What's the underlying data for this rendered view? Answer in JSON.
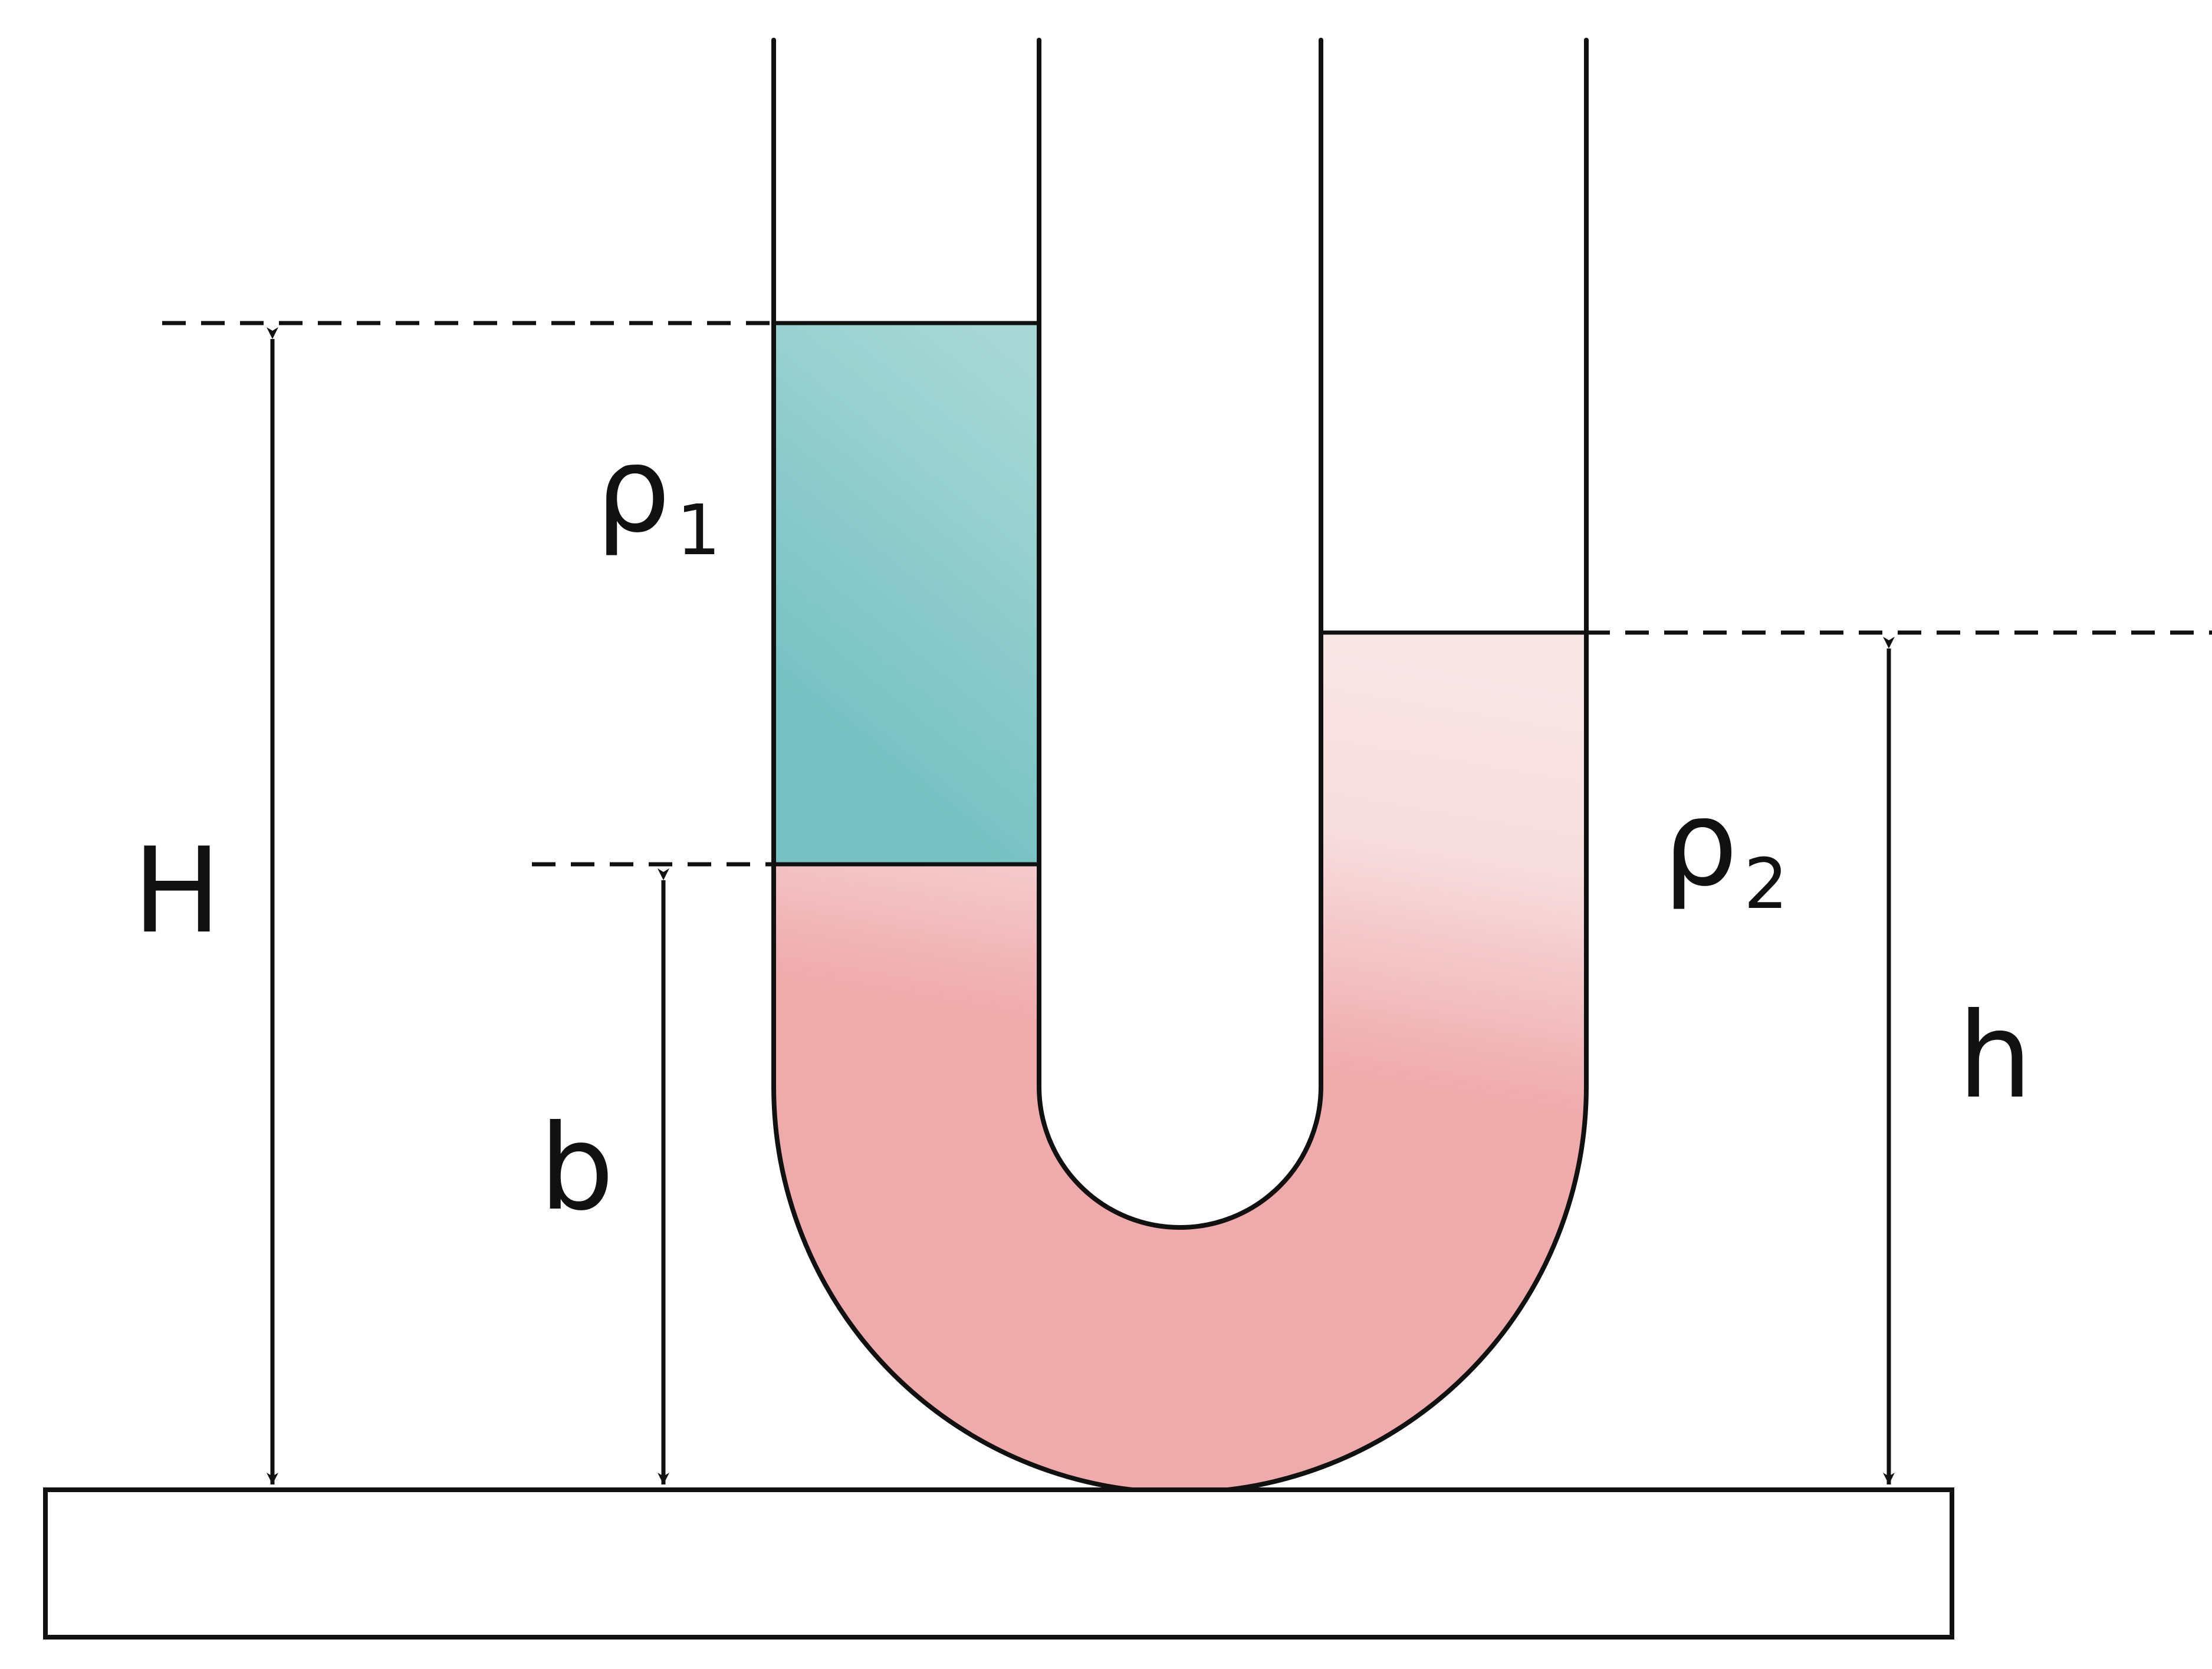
{
  "labels": {
    "rho1": {
      "symbol": "ρ",
      "subscript": "1"
    },
    "rho2": {
      "symbol": "ρ",
      "subscript": "2"
    },
    "H": "H",
    "b": "b",
    "h": "h"
  },
  "colors": {
    "liquid1_light": "#a8d8d6",
    "liquid1_dark": "#77c1c2",
    "liquid2_light": "#f8e6e7",
    "liquid2_dark": "#efaaac",
    "outline": "#111111",
    "background": "#ffffff"
  }
}
